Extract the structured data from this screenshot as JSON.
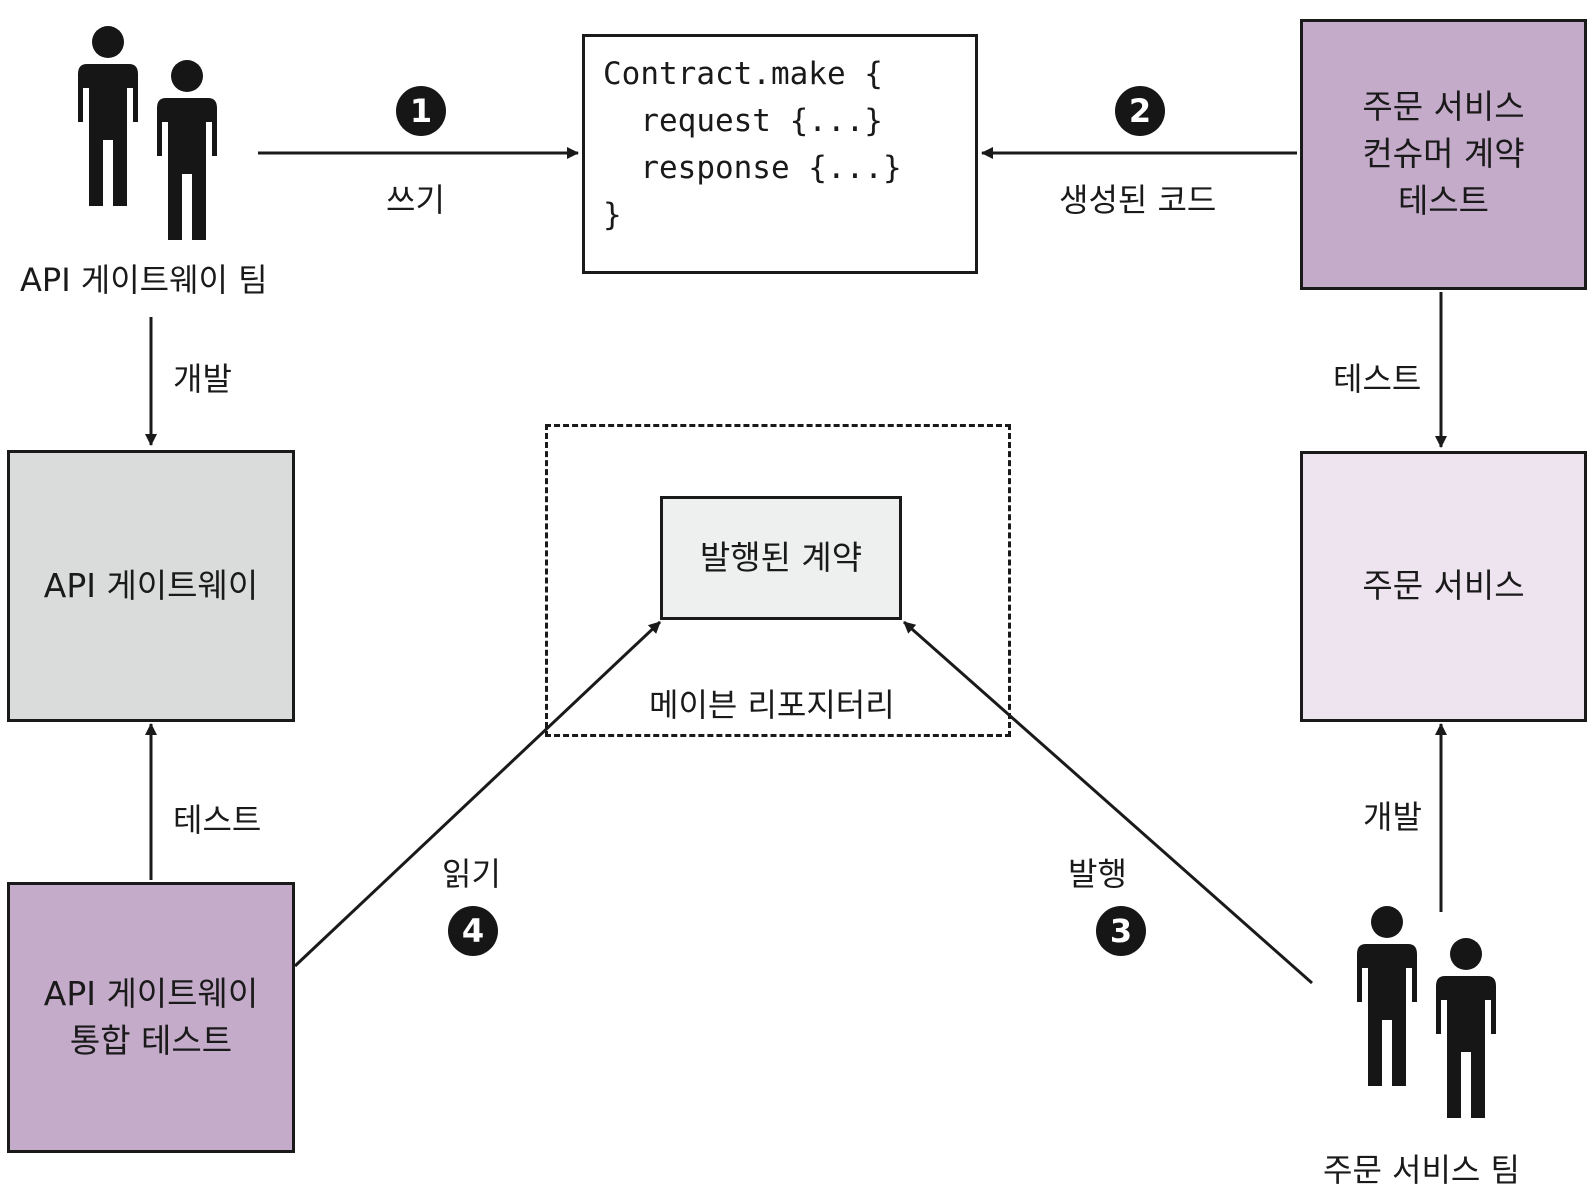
{
  "diagram": {
    "colors": {
      "consumer_test_box": "#c4abc9",
      "gateway_box": "#dadcdb",
      "order_service_box": "#ede4ef",
      "published_contract_box": "#eef0ef",
      "stroke": "#1a1a1a"
    },
    "icons": [
      "team-people-icon"
    ],
    "teams": {
      "api_gateway_team": "API 게이트웨이 팀",
      "order_service_team": "주문 서비스 팀"
    },
    "boxes": {
      "consumer_contract_test": [
        "주문 서비스",
        "컨슈머 계약",
        "테스트"
      ],
      "api_gateway": "API 게이트웨이",
      "order_service": "주문 서비스",
      "published_contract": "발행된 계약",
      "integration_test": [
        "API 게이트웨이",
        "통합 테스트"
      ]
    },
    "contract_code": [
      "Contract.make {",
      "  request {...}",
      "  response {...}",
      "}"
    ],
    "repository_label": "메이븐 리포지터리",
    "edges": {
      "write": "쓰기",
      "generated_code": "생성된 코드",
      "develop_left": "개발",
      "test_right": "테스트",
      "test_left": "테스트",
      "develop_right": "개발",
      "read": "읽기",
      "publish": "발행"
    },
    "steps": [
      "1",
      "2",
      "3",
      "4"
    ]
  }
}
